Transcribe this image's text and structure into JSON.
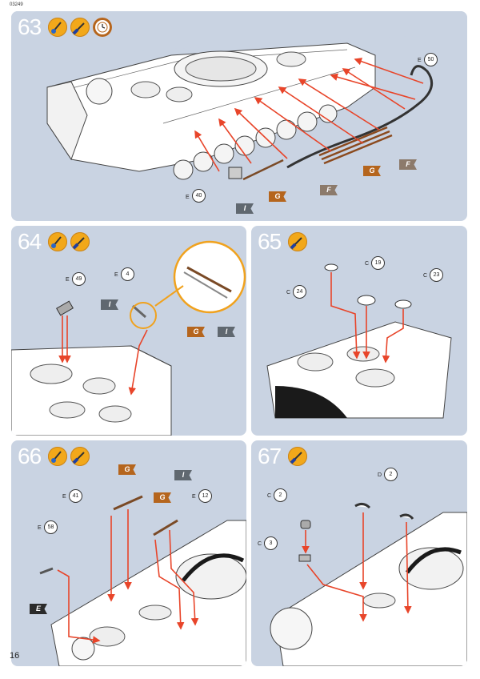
{
  "page": {
    "code": "03249",
    "number": "16"
  },
  "steps": [
    {
      "number": "63",
      "icons": [
        "brush-paint-icon",
        "brush-glue-icon",
        "clock-icon"
      ],
      "callouts": [
        {
          "letter": "E",
          "num": "50"
        },
        {
          "letter": "E",
          "num": "40"
        }
      ],
      "flags": [
        "G",
        "F",
        "G",
        "F",
        "I"
      ]
    },
    {
      "number": "64",
      "icons": [
        "brush-paint-icon",
        "brush-glue-icon"
      ],
      "callouts": [
        {
          "letter": "E",
          "num": "49"
        },
        {
          "letter": "E",
          "num": "4"
        }
      ],
      "flags": [
        "I",
        "G",
        "I"
      ]
    },
    {
      "number": "65",
      "icons": [
        "brush-glue-icon"
      ],
      "callouts": [
        {
          "letter": "C",
          "num": "24"
        },
        {
          "letter": "C",
          "num": "19"
        },
        {
          "letter": "C",
          "num": "23"
        }
      ]
    },
    {
      "number": "66",
      "icons": [
        "brush-paint-icon",
        "brush-glue-icon"
      ],
      "callouts": [
        {
          "letter": "E",
          "num": "41"
        },
        {
          "letter": "E",
          "num": "12"
        },
        {
          "letter": "E",
          "num": "58"
        }
      ],
      "flags": [
        "G",
        "I",
        "G",
        "E"
      ]
    },
    {
      "number": "67",
      "icons": [
        "brush-glue-icon"
      ],
      "callouts": [
        {
          "letter": "D",
          "num": "2"
        },
        {
          "letter": "C",
          "num": "2"
        },
        {
          "letter": "C",
          "num": "3"
        }
      ]
    }
  ]
}
